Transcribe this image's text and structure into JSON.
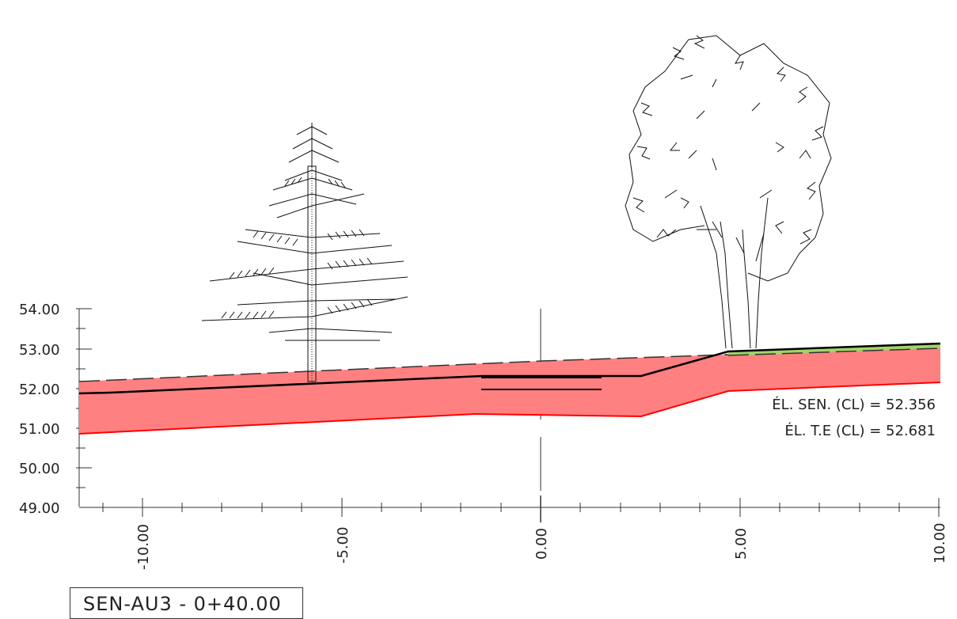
{
  "section": {
    "title": "SEN-AU3 - 0+40.00",
    "annotations": {
      "sen_elevation": "ÉL. SEN. (CL) = 52.356",
      "te_elevation": "ÉL. T.E (CL) = 52.681"
    }
  },
  "axes": {
    "y_ticks": [
      "49.00",
      "50.00",
      "51.00",
      "52.00",
      "53.00",
      "54.00"
    ],
    "x_ticks": [
      "-10.00",
      "-5.00",
      "0.00",
      "5.00",
      "10.00"
    ]
  },
  "colors": {
    "fill_cut": "#ff8080",
    "fill_fill": "#a0d468",
    "bottom_line": "#ff0000",
    "design_line": "#000000",
    "ground_dashed": "#333333"
  },
  "icons": {
    "conifer": "conifer-tree-icon",
    "deciduous": "deciduous-tree-icon"
  }
}
